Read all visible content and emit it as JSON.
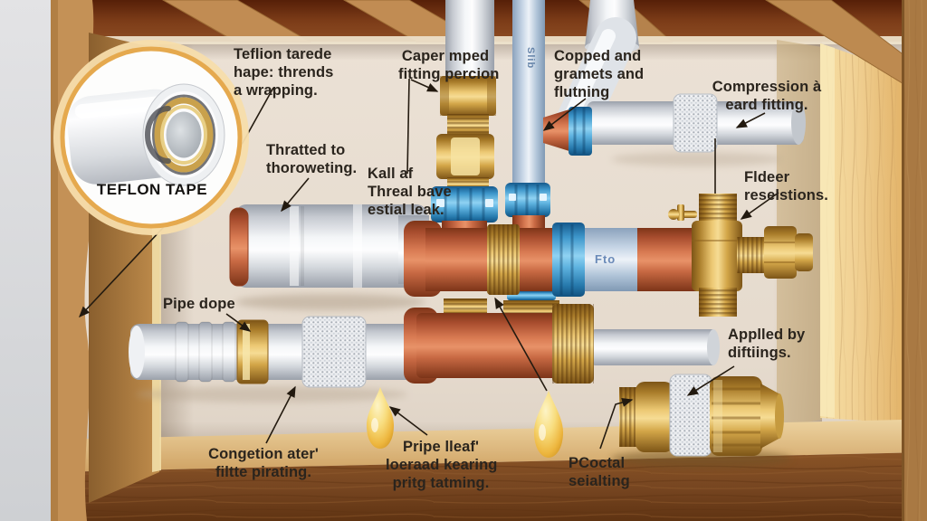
{
  "inset": {
    "caption": "TEFLON TAPE"
  },
  "pipe_markings": {
    "vertical_pipe_text": "Slib",
    "coupling_text": "Fto"
  },
  "annotations": {
    "teflon_note": {
      "lines": [
        "Teflion tarede",
        "hape: thrends",
        "a wrapping."
      ]
    },
    "thratted_note": {
      "lines": [
        "Thratted to",
        "thoroweting."
      ]
    },
    "caper_note": {
      "lines": [
        "Caper mped",
        "fitting percion"
      ]
    },
    "copped_note": {
      "lines": [
        "Copped and",
        "gramets and",
        "flutning"
      ]
    },
    "compression_note": {
      "lines": [
        "Compression à",
        "eard fitting."
      ]
    },
    "fldeer_note": {
      "lines": [
        "Fldeer",
        "reselstions."
      ]
    },
    "kall_note": {
      "lines": [
        "Kall af",
        "Threal bave",
        "estial leak."
      ]
    },
    "pipe_dope_note": {
      "lines": [
        "Pipe dope"
      ]
    },
    "congetion_note": {
      "lines": [
        "Congetion ater'",
        "filtte pirating."
      ]
    },
    "pripe_note": {
      "lines": [
        "Pripe lleaf'",
        "loeraad kearing",
        "pritg tatming."
      ]
    },
    "pcoctal_note": {
      "lines": [
        "PCoctal",
        "seialting"
      ]
    },
    "applled_note": {
      "lines": [
        "Applled by",
        "diftiings."
      ]
    }
  },
  "colors": {
    "wall": "#e8ddd1",
    "copper_pipe": "#d97e55",
    "brass_fitting": "#e7bd60",
    "blue_fitting": "#4ba3d6",
    "white_pipe": "#eef0f3",
    "steel_pipe": "#c9d7e7",
    "wood_light": "#f0d08f",
    "wood_dark": "#7e4a20",
    "droplet": "#f2c94c"
  }
}
